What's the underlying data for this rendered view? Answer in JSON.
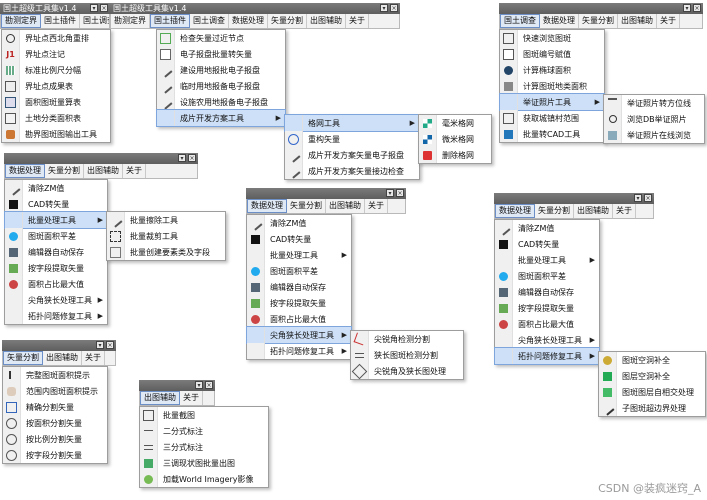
{
  "app_title": "国土超级工具集v1.4",
  "menus": {
    "kanshi": "勘测定界",
    "chajian": "国土插件",
    "diaocha": "国土调查",
    "shuju": "数据处理",
    "fenge": "矢量分割",
    "chutu": "出图辅助",
    "guanyu": "关于"
  },
  "menu1": [
    "界址点西北角重排",
    "界址点注记",
    "标准比例尺分幅",
    "界址点成果表",
    "面积图斑量算表",
    "土地分类面积表",
    "勘界图斑图输出工具"
  ],
  "menu2": [
    "检查矢量过近节点",
    "电子报盘批量转矢量",
    "建设用地报批电子报盘",
    "临时用地报备电子报盘",
    "设施农用地报备电子报盘",
    "成片开发方案工具"
  ],
  "menu2_sub": [
    "格网工具",
    "重构矢量",
    "成片开发方案矢量电子报盘",
    "成片开发方案矢量接边检查"
  ],
  "menu2_sub2": [
    "毫米格网",
    "微米格网",
    "删除格网"
  ],
  "menu3": [
    "快速浏览图斑",
    "图斑编号赋值",
    "计算椭球面积",
    "计算图斑地类面积",
    "举证照片工具",
    "获取城镇村范围",
    "批量转CAD工具"
  ],
  "menu3_sub": [
    "举证照片转方位线",
    "浏览DB举证照片",
    "举证照片在线浏览"
  ],
  "menu_data": [
    "清除ZM值",
    "CAD转矢量",
    "批量处理工具",
    "图斑面积平差",
    "编辑器自动保存",
    "按字段提取矢量",
    "面积占比最大值",
    "尖角狭长处理工具",
    "拓扑问题修复工具"
  ],
  "menu_batch_sub": [
    "批量擦除工具",
    "批量裁剪工具",
    "批量创建要素类及字段"
  ],
  "menu_spike_sub": [
    "尖锐角检测分割",
    "狭长图斑检测分割",
    "尖锐角及狭长图处理"
  ],
  "menu_topo_sub": [
    "图斑空洞补全",
    "图层空洞补全",
    "图斑图层自相交处理",
    "子图斑超边界处理"
  ],
  "menu_split": [
    "完整图斑面积提示",
    "范围内图斑面积提示",
    "精确分割矢量",
    "按面积分割矢量",
    "按比例分割矢量",
    "按字段分割矢量"
  ],
  "menu_map": [
    "批量截图",
    "二分式标注",
    "三分式标注",
    "三调现状图批量出图",
    "加载World Imagery影像"
  ],
  "watermark": "CSDN @装疯迷窍_A"
}
